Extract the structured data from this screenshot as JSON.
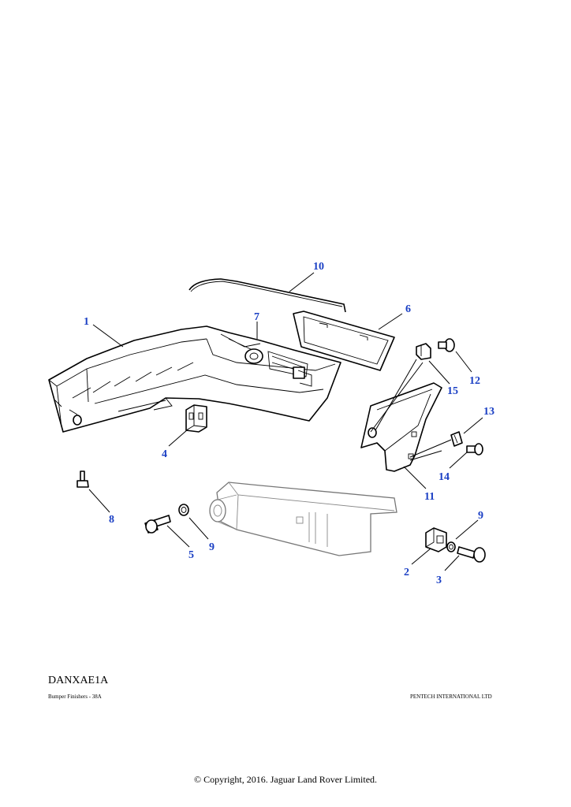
{
  "diagram": {
    "code": "DANXAE1A",
    "subtitle": "Bumper Finishers - 38A",
    "publisher": "PENTECH INTERNATIONAL LTD",
    "copyright": "© Copyright, 2016. Jaguar Land Rover Limited.",
    "callout_color": "#1a3fc4",
    "callouts": [
      "1",
      "2",
      "3",
      "4",
      "5",
      "6",
      "7",
      "8",
      "9",
      "9",
      "10",
      "11",
      "12",
      "13",
      "14",
      "15"
    ]
  }
}
